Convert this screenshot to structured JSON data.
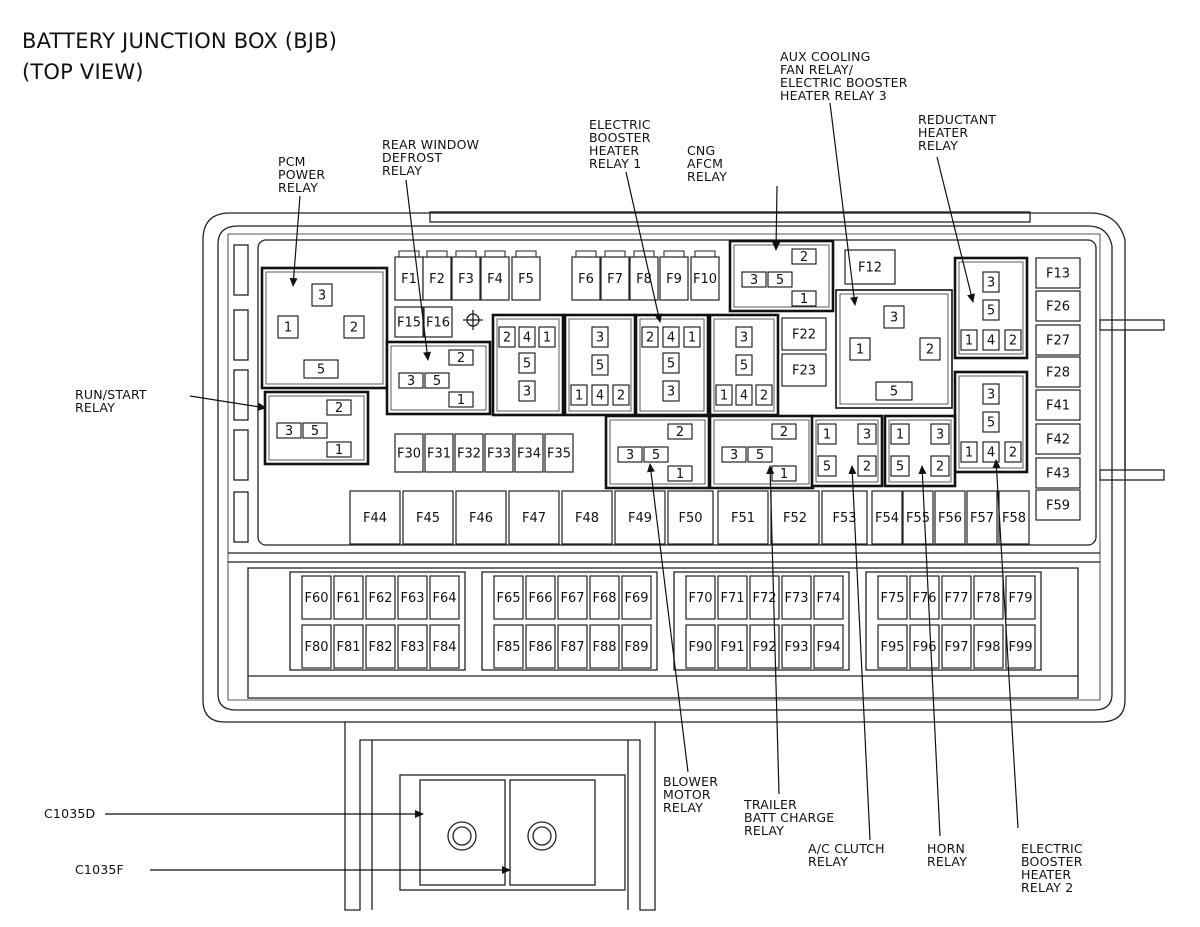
{
  "title": {
    "line1": "BATTERY JUNCTION BOX (BJB)",
    "line2": "(TOP VIEW)"
  },
  "callouts": {
    "pcm_power_relay": [
      "PCM",
      "POWER",
      "RELAY"
    ],
    "rear_window_defrost_relay": [
      "REAR WINDOW",
      "DEFROST",
      "RELAY"
    ],
    "electric_booster_heater_relay_1": [
      "ELECTRIC",
      "BOOSTER",
      "HEATER",
      "RELAY 1"
    ],
    "cng_afcm_relay": [
      "CNG",
      "AFCM",
      "RELAY"
    ],
    "aux_cooling_fan_relay": [
      "AUX COOLING",
      "FAN RELAY/",
      "ELECTRIC BOOSTER",
      "HEATER RELAY 3"
    ],
    "reductant_heater_relay": [
      "REDUCTANT",
      "HEATER",
      "RELAY"
    ],
    "run_start_relay": [
      "RUN/START",
      "RELAY"
    ],
    "blower_motor_relay": [
      "BLOWER",
      "MOTOR",
      "RELAY"
    ],
    "trailer_batt_charge_relay": [
      "TRAILER",
      "BATT CHARGE",
      "RELAY"
    ],
    "ac_clutch_relay": [
      "A/C CLUTCH",
      "RELAY"
    ],
    "horn_relay": [
      "HORN",
      "RELAY"
    ],
    "electric_booster_heater_relay_2": [
      "ELECTRIC",
      "BOOSTER",
      "HEATER",
      "RELAY 2"
    ],
    "c1035d": [
      "C1035D"
    ],
    "c1035f": [
      "C1035F"
    ]
  },
  "fuses": {
    "top_row": [
      "F1",
      "F2",
      "F3",
      "F4",
      "F5",
      "F6",
      "F7",
      "F8",
      "F9",
      "F10"
    ],
    "f12": "F12",
    "f15": "F15",
    "f16": "F16",
    "f22": "F22",
    "f23": "F23",
    "right_column": [
      "F13",
      "F26",
      "F27",
      "F28",
      "F41",
      "F42",
      "F43",
      "F59"
    ],
    "mid_row": [
      "F30",
      "F31",
      "F32",
      "F33",
      "F34",
      "F35"
    ],
    "cartridge_row": [
      "F44",
      "F45",
      "F46",
      "F47",
      "F48",
      "F49",
      "F50",
      "F51",
      "F52",
      "F53",
      "F54",
      "F55",
      "F56",
      "F57",
      "F58"
    ],
    "lower_row1": [
      "F60",
      "F61",
      "F62",
      "F63",
      "F64",
      "F65",
      "F66",
      "F67",
      "F68",
      "F69",
      "F70",
      "F71",
      "F72",
      "F73",
      "F74",
      "F75",
      "F76",
      "F77",
      "F78",
      "F79"
    ],
    "lower_row2": [
      "F80",
      "F81",
      "F82",
      "F83",
      "F84",
      "F85",
      "F86",
      "F87",
      "F88",
      "F89",
      "F90",
      "F91",
      "F92",
      "F93",
      "F94",
      "F95",
      "F96",
      "F97",
      "F98",
      "F99"
    ]
  },
  "relay_pins": {
    "p1": "1",
    "p2": "2",
    "p3": "3",
    "p4": "4",
    "p5": "5"
  }
}
